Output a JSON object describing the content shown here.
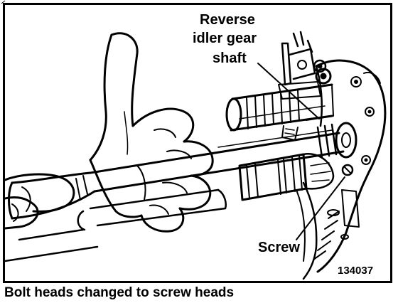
{
  "callouts": {
    "reverse_idler_gear_shaft": [
      "Reverse",
      "idler gear",
      "shaft"
    ],
    "screw": "Screw"
  },
  "figure_number": "134037",
  "caption": "Bolt heads changed to screw heads",
  "illustration": {
    "subject": "hand-holding-ratchet-on-transmission-shaft",
    "ink_color": "#000000",
    "paper_color": "#ffffff"
  }
}
